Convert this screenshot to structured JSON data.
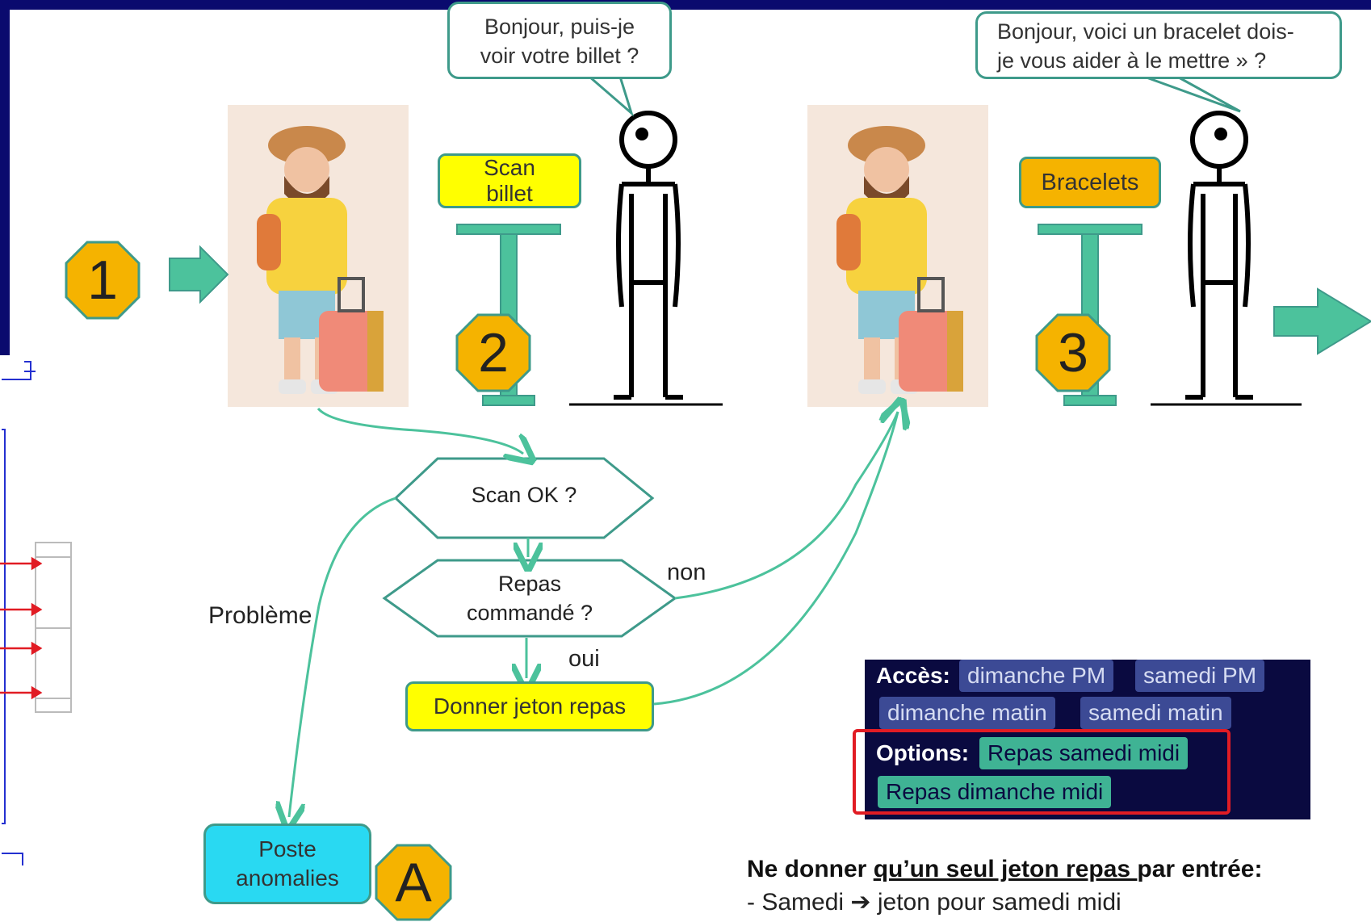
{
  "colors": {
    "teal": "#3e9a8a",
    "arrow_fill": "#4cc29c",
    "badge_fill": "#f5b300",
    "yellow_box": "#ffff00",
    "cyan_box": "#29d9f2",
    "dark_navy": "#0a0a6e",
    "panel_bg": "#0a0a40",
    "tag_blue": "#3c4a95",
    "tag_green": "#3fb394",
    "highlight_red": "#e11c24"
  },
  "steps": {
    "one": "1",
    "two": "2",
    "three": "3",
    "anomaly": "A"
  },
  "bubble1": {
    "line1": "Bonjour, puis-je",
    "line2": "voir votre billet ?"
  },
  "bubble2": {
    "line1": "Bonjour, voici un bracelet dois-",
    "line2": "je vous aider à le mettre » ?"
  },
  "scan_box": {
    "line1": "Scan",
    "line2": "billet"
  },
  "bracelets_box": "Bracelets",
  "flow": {
    "scan_ok": "Scan OK ?",
    "repas_line1": "Repas",
    "repas_line2": "commandé ?",
    "non": "non",
    "oui": "oui",
    "probleme": "Problème",
    "donner_jeton": "Donner jeton repas",
    "poste_line1": "Poste",
    "poste_line2": "anomalies"
  },
  "access_panel": {
    "acces_label": "Accès:",
    "acces_tags": [
      "dimanche PM",
      "samedi PM",
      "dimanche matin",
      "samedi matin"
    ],
    "options_label": "Options:",
    "option_tags": [
      "Repas samedi midi",
      "Repas dimanche midi"
    ]
  },
  "rules": {
    "title_before": "Ne donner ",
    "title_underlined": "qu’un seul jeton repas ",
    "title_after": "par entrée:",
    "line1_before": "- Samedi ",
    "line1_arrow": "➔",
    "line1_after": " jeton pour samedi midi"
  }
}
